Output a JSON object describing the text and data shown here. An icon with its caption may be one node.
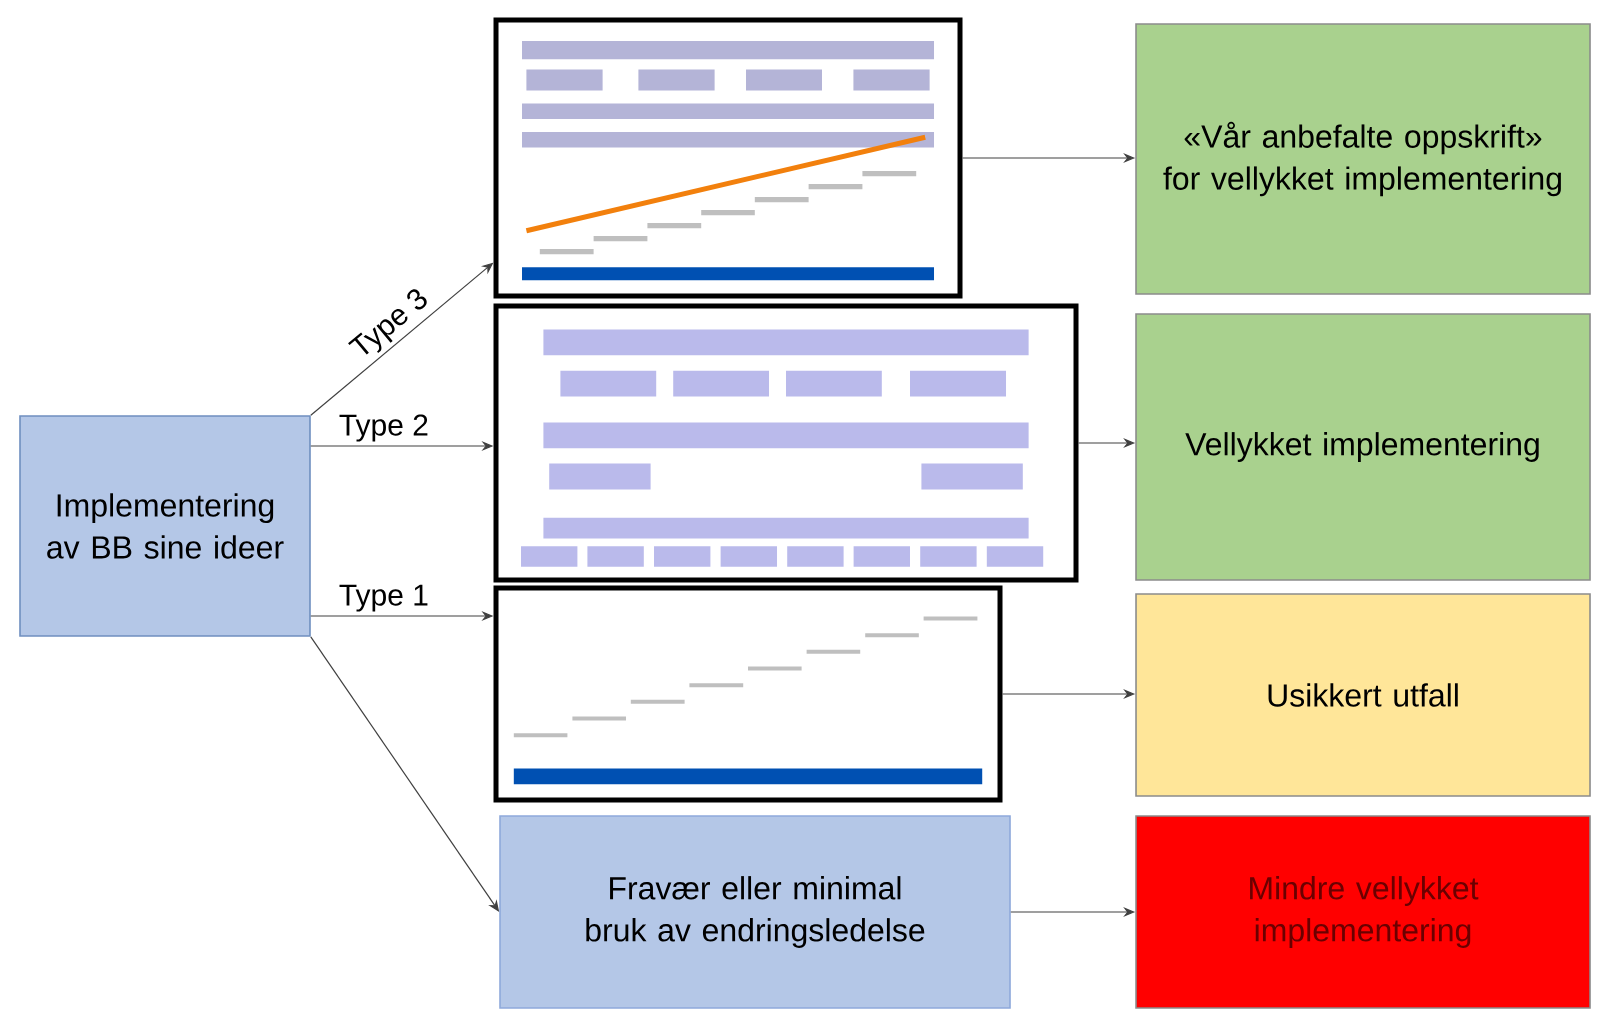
{
  "diagram": {
    "nodes": [
      {
        "text": [
          "Implementering av BB sine ideer"
        ]
      },
      {
        "text": [],
        "shape": "picture"
      },
      {
        "text": [],
        "shape": "picture"
      },
      {
        "text": [],
        "shape": "picture"
      },
      {
        "text": [
          "Fravær eller minimal bruk av endringsledelse"
        ]
      },
      {
        "text": [
          "«Vår anbefalte oppskrift» for vellykket implementering"
        ]
      },
      {
        "text": [
          "Vellykket implementering"
        ]
      },
      {
        "text": [
          "Usikkert utfall"
        ]
      },
      {
        "text": [
          "Mindre vellykket implementering"
        ]
      }
    ],
    "edges": [
      {
        "from": 0,
        "to": 1,
        "arrow": "to",
        "label": "Type 3"
      },
      {
        "from": 0,
        "to": 2,
        "arrow": "to",
        "label": "Type 2"
      },
      {
        "from": 0,
        "to": 3,
        "arrow": "to",
        "label": "Type 1"
      },
      {
        "from": 0,
        "to": 4,
        "arrow": "to"
      },
      {
        "from": 1,
        "to": 5,
        "arrow": "to"
      },
      {
        "from": 2,
        "to": 6,
        "arrow": "to"
      },
      {
        "from": 3,
        "to": 7,
        "arrow": "to"
      },
      {
        "from": 4,
        "to": 8,
        "arrow": "to"
      }
    ]
  }
}
